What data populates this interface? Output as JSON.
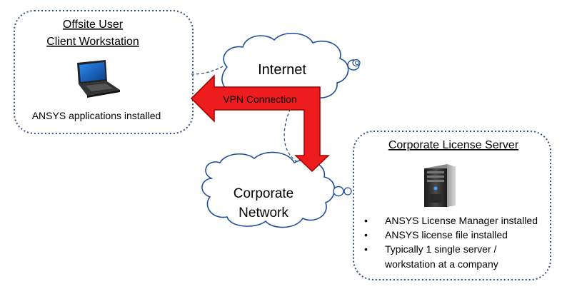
{
  "offsite_box": {
    "title_line1": "Offsite User",
    "title_line2": "Client Workstation",
    "caption": "ANSYS applications installed"
  },
  "internet_cloud": {
    "label": "Internet"
  },
  "corporate_cloud": {
    "label_line1": "Corporate",
    "label_line2": "Network"
  },
  "vpn_arrow": {
    "label": "VPN Connection"
  },
  "server_box": {
    "title": "Corporate License Server",
    "bullets": [
      "ANSYS License Manager installed",
      "ANSYS license file installed",
      "Typically 1 single server /",
      "workstation at a company"
    ]
  },
  "colors": {
    "box_border": "#2f4f7f",
    "arrow_fill": "#ee1c1c",
    "arrow_stroke": "#a00000",
    "cloud_stroke": "#1f4e9f"
  },
  "icons": {
    "laptop": "laptop-icon",
    "server": "server-tower-icon"
  }
}
